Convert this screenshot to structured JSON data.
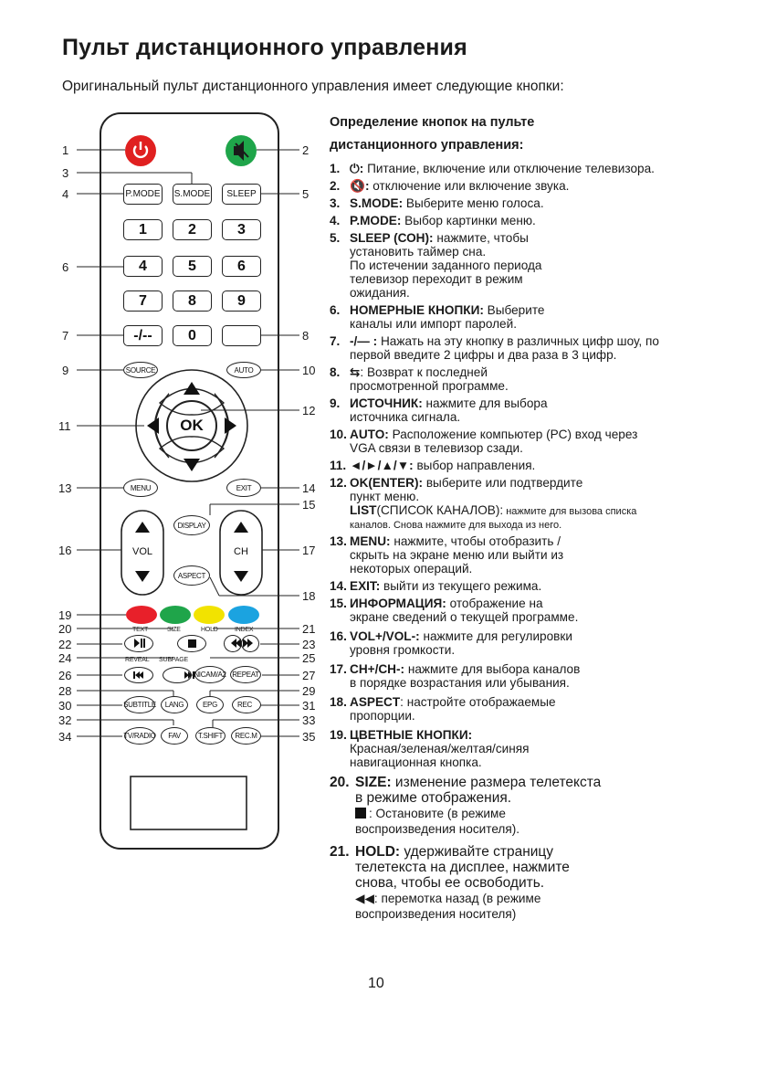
{
  "page": {
    "title": "Пульт дистанционного управления",
    "subtitle": "Оригинальный пульт дистанционного управления имеет следующие кнопки:",
    "page_number": "10"
  },
  "remote": {
    "buttons": {
      "pmode": "P.MODE",
      "smode": "S.MODE",
      "sleep": "SLEEP",
      "n1": "1",
      "n2": "2",
      "n3": "3",
      "n4": "4",
      "n5": "5",
      "n6": "6",
      "n7": "7",
      "n8": "8",
      "n9": "9",
      "dash": "-/--",
      "n0": "0",
      "source": "SOURCE",
      "auto": "AUTO",
      "ok": "OK",
      "menu": "MENU",
      "exit": "EXIT",
      "display": "DISPLAY",
      "aspect": "ASPECT",
      "vol": "VOL",
      "ch": "CH",
      "text": "TEXT",
      "size": "SIZE",
      "hold": "HOLD",
      "index": "INDEX",
      "reveal": "REVEAL",
      "subpage": "SUBPAGE",
      "nicam": "NICAM/A2",
      "repeat": "REPEAT",
      "subtitle": "SUBTITLE",
      "lang": "LANG",
      "epg": "EPG",
      "rec": "REC",
      "tvradio": "TV/RADIO",
      "fav": "FAV",
      "tshift": "T.SHIFT",
      "recm": "REC.M"
    },
    "callouts": {
      "c1": "1",
      "c2": "2",
      "c3": "3",
      "c4": "4",
      "c5": "5",
      "c6": "6",
      "c7": "7",
      "c8": "8",
      "c9": "9",
      "c10": "10",
      "c11": "11",
      "c12": "12",
      "c13": "13",
      "c14": "14",
      "c15": "15",
      "c16": "16",
      "c17": "17",
      "c18": "18",
      "c19": "19",
      "c20": "20",
      "c21": "21",
      "c22": "22",
      "c23": "23",
      "c24": "24",
      "c25": "25",
      "c26": "26",
      "c27": "27",
      "c28": "28",
      "c29": "29",
      "c30": "30",
      "c31": "31",
      "c32": "32",
      "c33": "33",
      "c34": "34",
      "c35": "35"
    },
    "colors": {
      "power": "#e02020",
      "mute": "#1fa54a",
      "red": "#e8202a",
      "green": "#1fa54a",
      "yellow": "#f2e300",
      "blue": "#1ba3e0"
    }
  },
  "desc": {
    "header1": "Определение кнопок на пульте",
    "header2": "дистанционного управления:",
    "i1": {
      "n": "1.",
      "key": ": ",
      "text": "Питание, включение или отключение телевизора."
    },
    "i2": {
      "n": "2.",
      "key": ": ",
      "text": "отключение или включение звука."
    },
    "i3": {
      "n": "3.",
      "key": "S.MODE:",
      "text": " Выберите меню голоса."
    },
    "i4": {
      "n": "4.",
      "key": "P.MODE:",
      "text": " Выбор картинки меню."
    },
    "i5": {
      "n": "5.",
      "key": "SLEEP (СОН):",
      "text": " нажмите, чтобы",
      "l2": "установить таймер сна.",
      "l3": "По истечении заданного периода",
      "l4": "телевизор переходит в режим",
      "l5": "ожидания."
    },
    "i6": {
      "n": "6.",
      "key": "НОМЕРНЫЕ КНОПКИ:",
      "text": " Выберите",
      "l2": "каналы или импорт паролей."
    },
    "i7": {
      "n": "7.",
      "key": "-/— :",
      "text": " Нажать на эту кнопку в различных цифр шоу, по",
      "l2": "первой введите 2 цифры и два раза в 3 цифр."
    },
    "i8": {
      "n": "8.",
      "text": ": Возврат к последней",
      "l2": "просмотренной программе."
    },
    "i9": {
      "n": "9.",
      "key": "ИСТОЧНИК:",
      "text": " нажмите для выбора",
      "l2": "источника сигнала."
    },
    "i10": {
      "n": "10.",
      "key": "AUTO:",
      "text": " Расположение компьютер (PC) вход через",
      "l2": "VGA связи в телевизор сзади."
    },
    "i11": {
      "n": "11.",
      "key": "◄/►/▲/▼:",
      "text": " выбор направления."
    },
    "i12": {
      "n": "12.",
      "key": "OK(ENTER):",
      "text": " выберите или подтвердите",
      "l2": "пункт меню.",
      "key2": "LIST",
      "l3": "(СПИСОК КАНАЛОВ):",
      "l3s": " нажмите для вызова списка",
      "l4": "каналов. Снова нажмите для выхода из него."
    },
    "i13": {
      "n": "13.",
      "key": "MENU:",
      "text": " нажмите, чтобы отобразить /",
      "l2": "скрыть на экране меню или выйти из",
      "l3": "некоторых операций."
    },
    "i14": {
      "n": "14.",
      "key": "EXIT:",
      "text": " выйти из текущего режима."
    },
    "i15": {
      "n": "15.",
      "key": "ИНФОРМАЦИЯ:",
      "text": " отображение на",
      "l2": "экране сведений о текущей программе."
    },
    "i16": {
      "n": "16.",
      "key": "VOL+/VOL-:",
      "text": " нажмите для регулировки",
      "l2": "уровня громкости."
    },
    "i17": {
      "n": "17.",
      "key": "CH+/CH-:",
      "text": " нажмите для выбора каналов",
      "l2": "в порядке возрастания или убывания."
    },
    "i18": {
      "n": "18.",
      "key": "ASPECT",
      "text": ": настройте отображаемые",
      "l2": "пропорции."
    },
    "i19": {
      "n": "19.",
      "key": "ЦВЕТНЫЕ КНОПКИ:",
      "l2": "Красная/зеленая/желтая/синяя",
      "l3": "навигационная кнопка."
    },
    "i20": {
      "n": "20.",
      "key": "SIZE:",
      "text": " изменение размера телетекста",
      "l2": "в режиме отображения.",
      "l3": ": Остановите (в режиме",
      "l4": "воспроизведения носителя)."
    },
    "i21": {
      "n": "21.",
      "key": "HOLD:",
      "text": " удерживайте страницу",
      "l2": "телетекста на дисплее, нажмите",
      "l3": "снова, чтобы ее освободить.",
      "l4": ": перемотка назад (в режиме",
      "l5": "воспроизведения носителя)"
    }
  }
}
